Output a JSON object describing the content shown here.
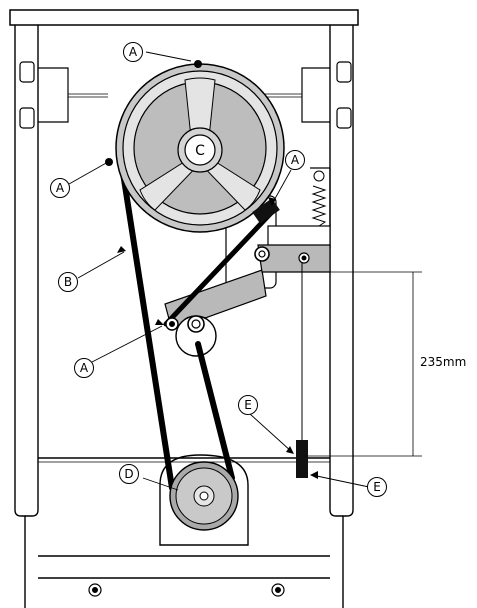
{
  "callouts": {
    "a_top": "A",
    "a_left": "A",
    "a_tensioner": "A",
    "a_pivot": "A",
    "b_belt": "B",
    "c_pulley": "C",
    "d_motor": "D",
    "e_upper": "E",
    "e_lower": "E"
  },
  "dimension": {
    "value": "235mm"
  },
  "colors": {
    "line": "#000000",
    "gray": "#b9b9b9",
    "dark_gray": "#8c8c8c",
    "paper": "#ffffff"
  }
}
